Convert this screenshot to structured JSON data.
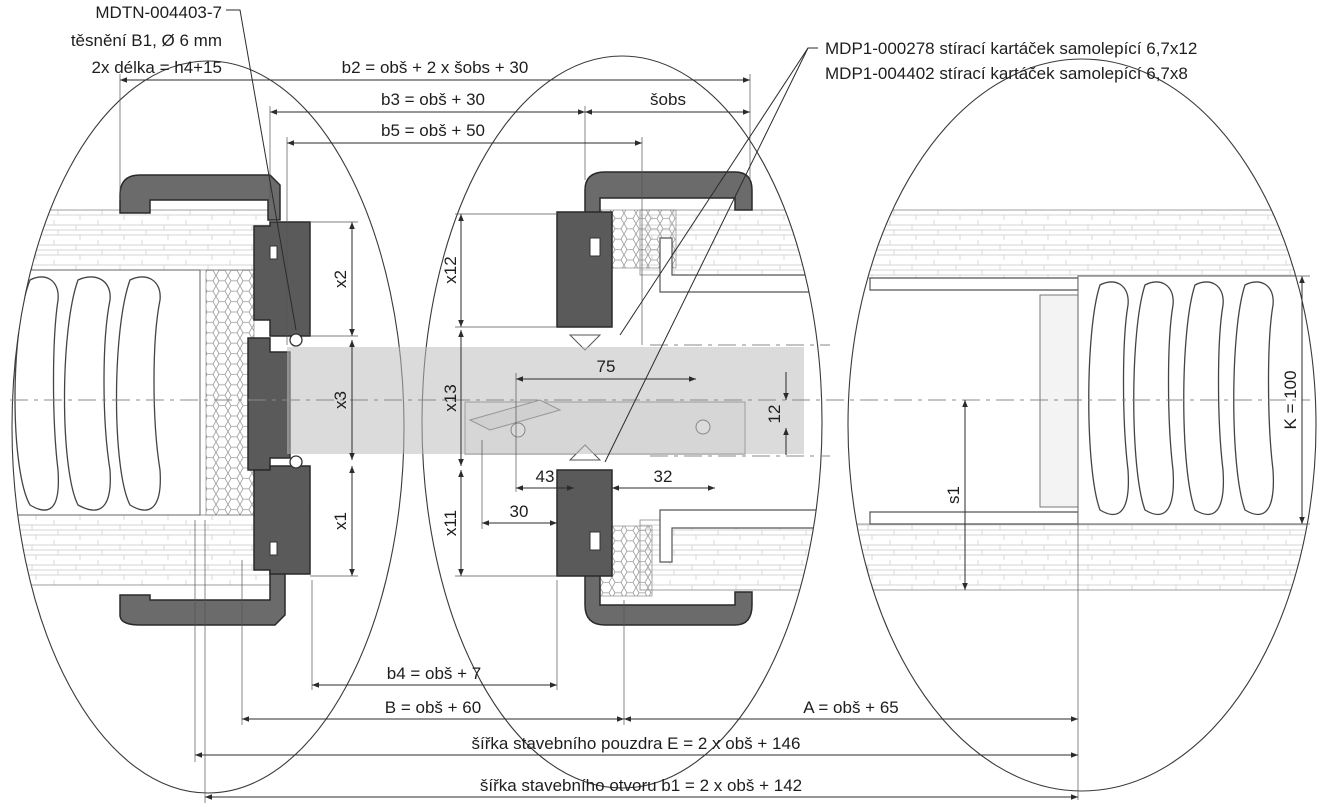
{
  "labels": {
    "gasket_code": "MDTN-004403-7",
    "gasket_desc": "těsnění B1, Ø 6 mm",
    "gasket_len": "2x délka = h4+15",
    "brush_1": "MDP1-000278 stírací kartáček samolepící 6,7x12",
    "brush_2": "MDP1-004402 stírací kartáček samolepící 6,7x8"
  },
  "dimensions": {
    "b2": "b2 = obš + 2 x šobs + 30",
    "b3": "b3 = obš + 30",
    "sobs": "šobs",
    "b5": "b5 = obš + 50",
    "x2": "x2",
    "x3": "x3",
    "x1": "x1",
    "x12": "x12",
    "x13": "x13",
    "x11": "x11",
    "d75": "75",
    "d12": "12",
    "d43": "43",
    "d32": "32",
    "d30": "30",
    "s1": "s1",
    "K": "K = 100",
    "b4": "b4 = obš + 7",
    "B": "B = obš + 60",
    "A": "A = obš + 65",
    "E": "šířka stavebního pouzdra E = 2 x obš + 146",
    "b1": "šířka stavebního otvoru b1 = 2 x obš + 142"
  },
  "colors": {
    "gasket": "#5a5a5a",
    "line": "#2b2b2b",
    "leaf": "#bdbdbd"
  }
}
